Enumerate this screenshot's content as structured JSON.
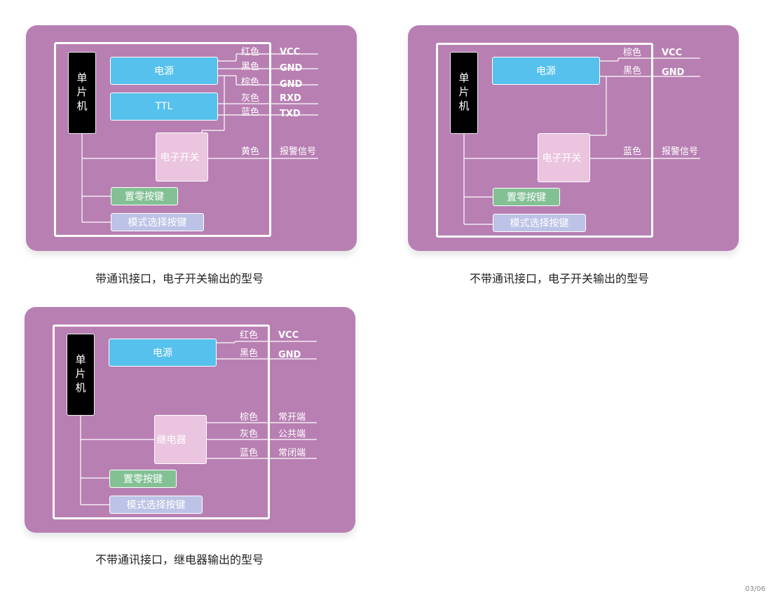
{
  "diagrams": [
    {
      "mcu": "单片机",
      "power": "电源",
      "ttl": "TTL",
      "switch": "电子开关",
      "zero_key": "置零按键",
      "mode_key": "模式选择按键",
      "wires": [
        {
          "color": "红色",
          "signal": "VCC"
        },
        {
          "color": "黑色",
          "signal": "GND"
        },
        {
          "color": "棕色",
          "signal": "GND"
        },
        {
          "color": "灰色",
          "signal": "RXD"
        },
        {
          "color": "蓝色",
          "signal": "TXD"
        },
        {
          "color": "黄色",
          "signal": "报警信号"
        }
      ],
      "caption": "带通讯接口，电子开关输出的型号"
    },
    {
      "mcu": "单片机",
      "power": "电源",
      "switch": "电子开关",
      "zero_key": "置零按键",
      "mode_key": "模式选择按键",
      "wires": [
        {
          "color": "棕色",
          "signal": "VCC"
        },
        {
          "color": "黑色",
          "signal": "GND"
        },
        {
          "color": "蓝色",
          "signal": "报警信号"
        }
      ],
      "caption": "不带通讯接口，电子开关输出的型号"
    },
    {
      "mcu": "单片机",
      "power": "电源",
      "relay": "继电器",
      "zero_key": "置零按键",
      "mode_key": "模式选择按键",
      "wires": [
        {
          "color": "红色",
          "signal": "VCC"
        },
        {
          "color": "黑色",
          "signal": "GND"
        },
        {
          "color": "棕色",
          "signal": "常开端"
        },
        {
          "color": "灰色",
          "signal": "公共端"
        },
        {
          "color": "蓝色",
          "signal": "常闭端"
        }
      ],
      "caption": "不带通讯接口，继电器输出的型号"
    }
  ],
  "page_number": "03/06",
  "colors": {
    "panel": "#b87fb3",
    "power_box": "#56c1ec",
    "switch_box": "#ebc4df",
    "zero_key": "#83c195",
    "mode_key": "#bdc3e6",
    "mcu": "#000000"
  }
}
